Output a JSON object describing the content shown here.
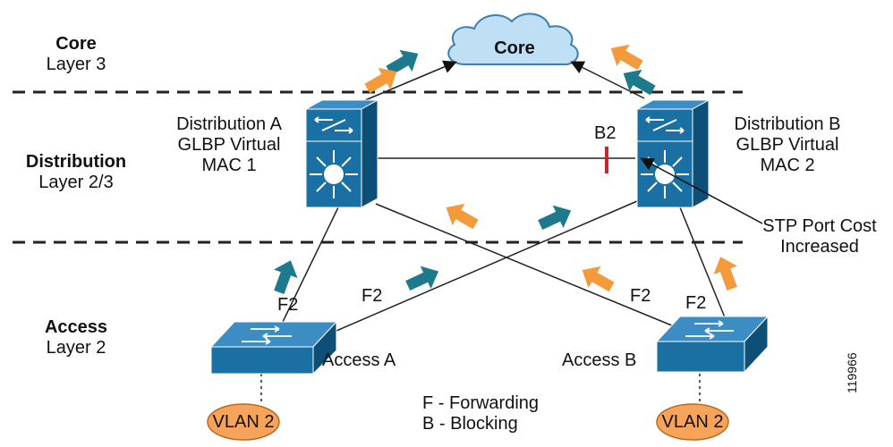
{
  "layers": {
    "core": {
      "title": "Core",
      "subtitle": "Layer 3"
    },
    "distribution": {
      "title": "Distribution",
      "subtitle": "Layer 2/3"
    },
    "access": {
      "title": "Access",
      "subtitle": "Layer 2"
    }
  },
  "core_cloud": {
    "label": "Core"
  },
  "dist_a": {
    "line1": "Distribution A",
    "line2": "GLBP Virtual",
    "line3": "MAC 1"
  },
  "dist_b": {
    "line1": "Distribution B",
    "line2": "GLBP Virtual",
    "line3": "MAC 2"
  },
  "block_port": {
    "label": "B2"
  },
  "stp_note": {
    "line1": "STP Port Cost",
    "line2": "Increased"
  },
  "access_a": {
    "label": "Access A"
  },
  "access_b": {
    "label": "Access B"
  },
  "port_labels": {
    "f2": "F2"
  },
  "vlans": {
    "label": "VLAN 2"
  },
  "legend": {
    "forwarding": "F - Forwarding",
    "blocking": "B - Blocking"
  },
  "figure_id": "119966",
  "colors": {
    "device": "#1a6fa3",
    "device_dark": "#0e4f78",
    "teal_arrow": "#1d7a8c",
    "orange_arrow": "#f39a3b",
    "cloud": "#bfe0f4",
    "vlan": "#f7a45a",
    "blocking": "#d2232a"
  }
}
